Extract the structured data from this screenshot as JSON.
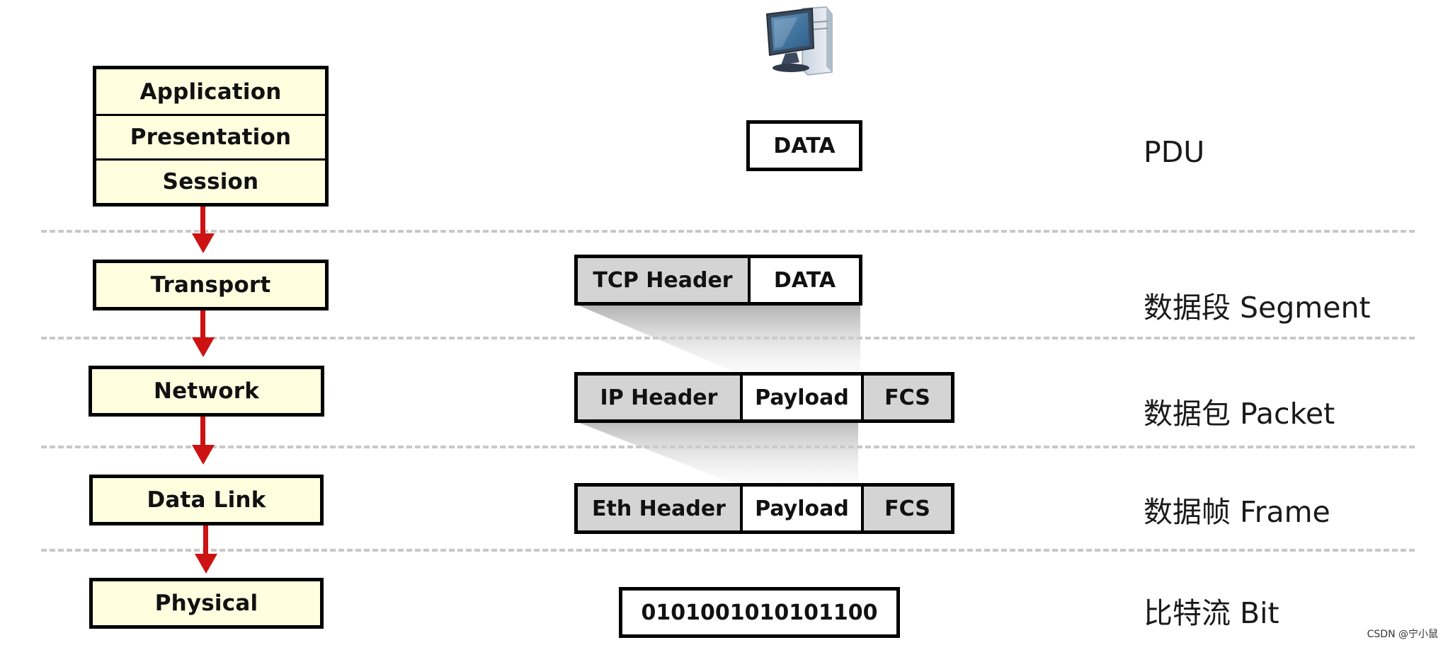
{
  "osi_layers": {
    "upper": [
      "Application",
      "Presentation",
      "Session"
    ],
    "transport": "Transport",
    "network": "Network",
    "data_link": "Data Link",
    "physical": "Physical"
  },
  "encapsulation": {
    "pdu_data": "DATA",
    "segment": [
      "TCP Header",
      "DATA"
    ],
    "packet": [
      "IP Header",
      "Payload",
      "FCS"
    ],
    "frame": [
      "Eth Header",
      "Payload",
      "FCS"
    ],
    "bits": "0101001010101100"
  },
  "labels": {
    "pdu": "PDU",
    "segment": "数据段 Segment",
    "packet": "数据包 Packet",
    "frame": "数据帧 Frame",
    "bit": "比特流 Bit"
  },
  "colors": {
    "layer_fill": "#ffffe0",
    "header_fill": "#d4d4d4",
    "arrow": "#cc1212",
    "separator": "#c8c8c8"
  },
  "icons": {
    "computer": "computer-icon"
  },
  "watermark": "CSDN @宁小鼠"
}
